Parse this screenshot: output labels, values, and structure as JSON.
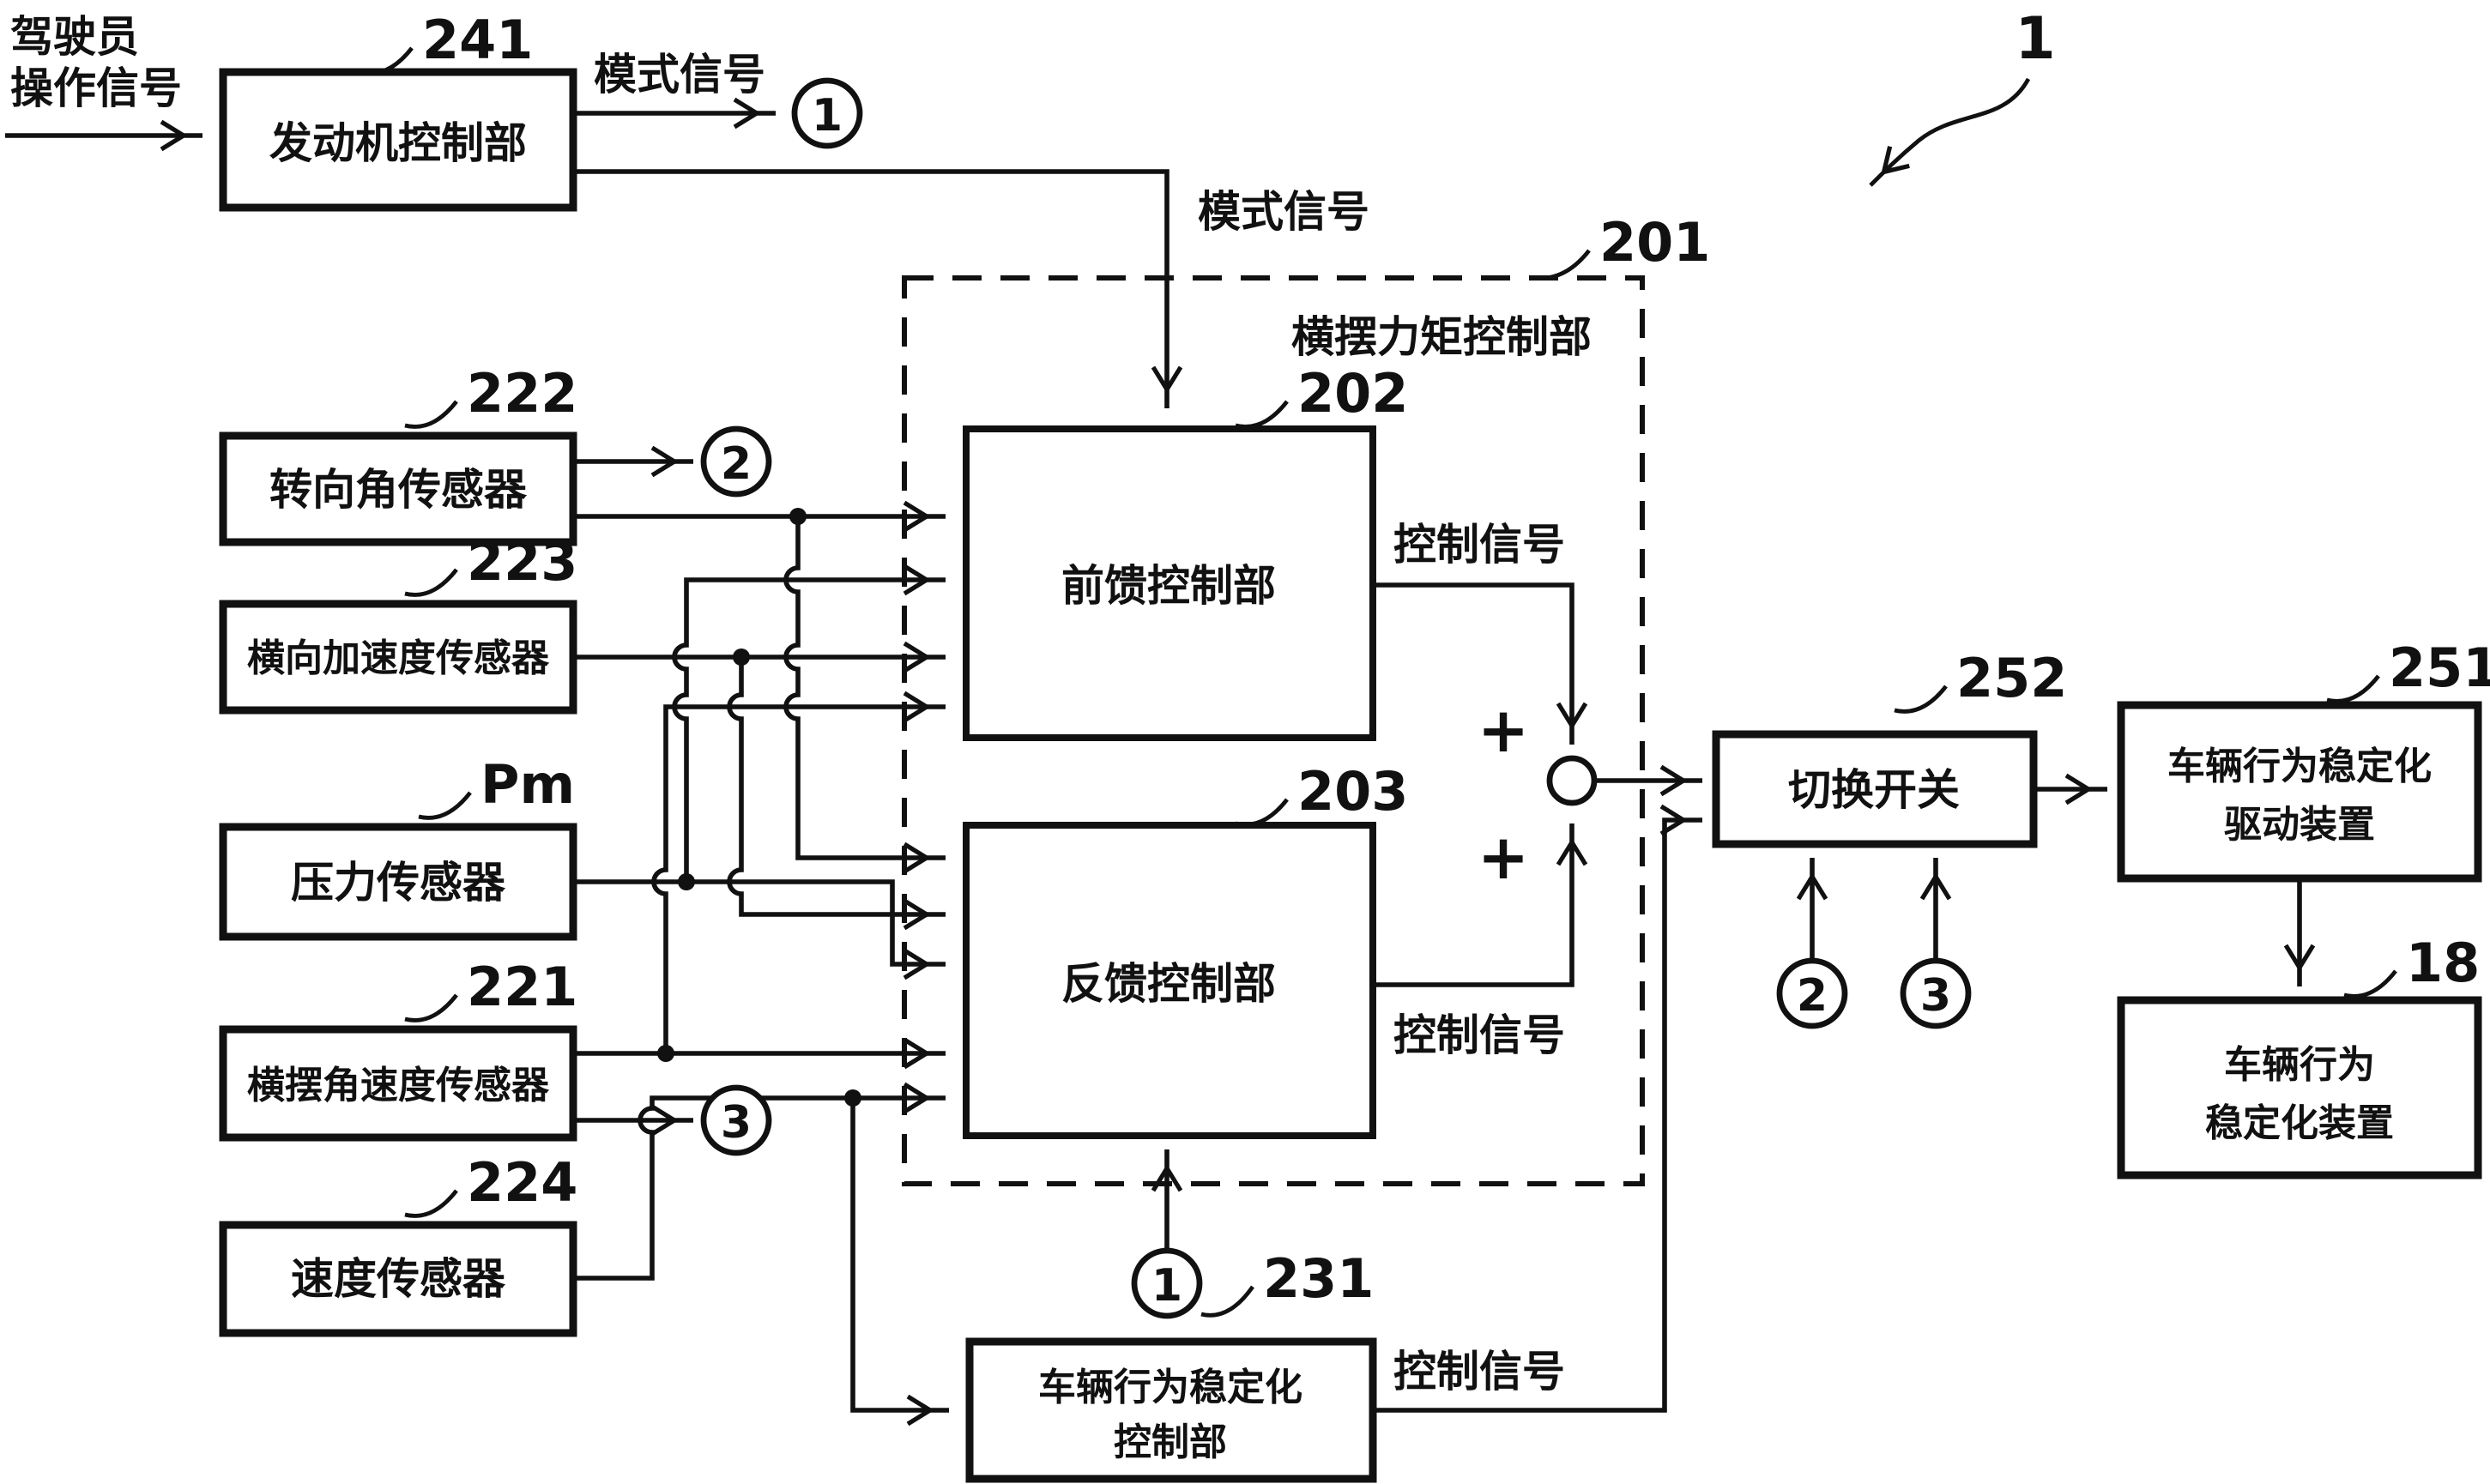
{
  "figure": {
    "figure_number": "1",
    "labels": {
      "driver_line1": "驾驶员",
      "driver_line2": "操作信号",
      "mode_signal_top": "模式信号",
      "mode_signal_mid": "模式信号",
      "control_signal_ff": "控制信号",
      "control_signal_fb": "控制信号",
      "control_signal_vbs": "控制信号",
      "plus_top": "+",
      "plus_bottom": "+"
    },
    "connectors": {
      "one": "1",
      "two": "2",
      "three": "3"
    },
    "blocks": {
      "engine": {
        "ref": "241",
        "label": "发动机控制部"
      },
      "steering": {
        "ref": "222",
        "label": "转向角传感器"
      },
      "lateral": {
        "ref": "223",
        "label": "横向加速度传感器"
      },
      "pressure": {
        "ref": "Pm",
        "label": "压力传感器"
      },
      "yawrate": {
        "ref": "221",
        "label": "横摆角速度传感器"
      },
      "speed": {
        "ref": "224",
        "label": "速度传感器"
      },
      "yawmoment": {
        "ref": "201",
        "label": "横摆力矩控制部"
      },
      "feedforward": {
        "ref": "202",
        "label": "前馈控制部"
      },
      "feedback": {
        "ref": "203",
        "label": "反馈控制部"
      },
      "switch": {
        "ref": "252",
        "label": "切换开关"
      },
      "drive": {
        "ref": "251",
        "line1": "车辆行为稳定化",
        "line2": "驱动装置"
      },
      "device": {
        "ref": "18",
        "line1": "车辆行为",
        "line2": "稳定化装置"
      },
      "vbscontrol": {
        "ref": "231",
        "line1": "车辆行为稳定化",
        "line2": "控制部"
      }
    }
  }
}
